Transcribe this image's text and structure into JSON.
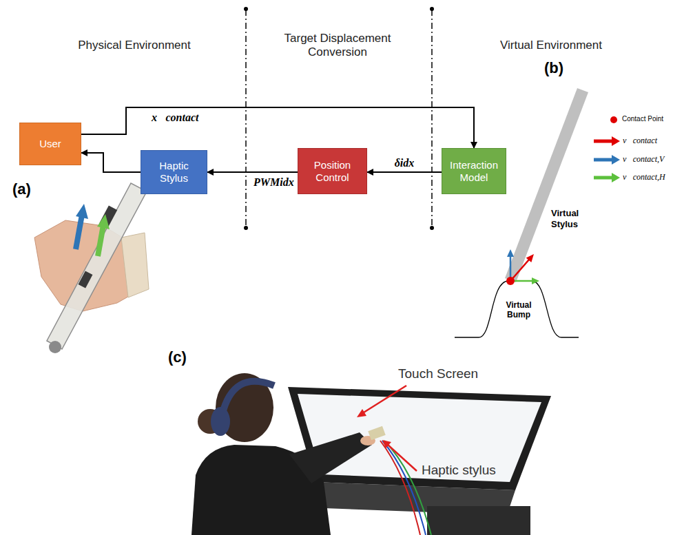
{
  "diagram": {
    "nodes": [
      {
        "text": [
          "User"
        ]
      },
      {
        "text": [
          "Haptic Stylus"
        ]
      },
      {
        "text": [
          "Position Control"
        ]
      },
      {
        "text": [
          "Interaction Model"
        ]
      }
    ],
    "edges": [
      {
        "from": 0,
        "to": 3,
        "arrow": "to",
        "label": "x⃗contact"
      },
      {
        "from": 3,
        "to": 2,
        "arrow": "to",
        "label": "δidx"
      },
      {
        "from": 2,
        "to": 1,
        "arrow": "to",
        "label": "PWMidx"
      },
      {
        "from": 1,
        "to": 0,
        "arrow": "to"
      }
    ],
    "labels": [
      "Physical Environment",
      "Target Displacement Conversion",
      "Virtual Environment",
      "(a)",
      "(b)",
      "Virtual Stylus",
      "Virtual Bump",
      "(c)",
      "Touch Screen",
      "Haptic stylus"
    ],
    "legend": [
      {
        "text": "Contact Point"
      },
      {
        "text": "v⃗contact"
      },
      {
        "text": "v⃗contact,V"
      },
      {
        "text": "v⃗contact,H"
      }
    ]
  }
}
